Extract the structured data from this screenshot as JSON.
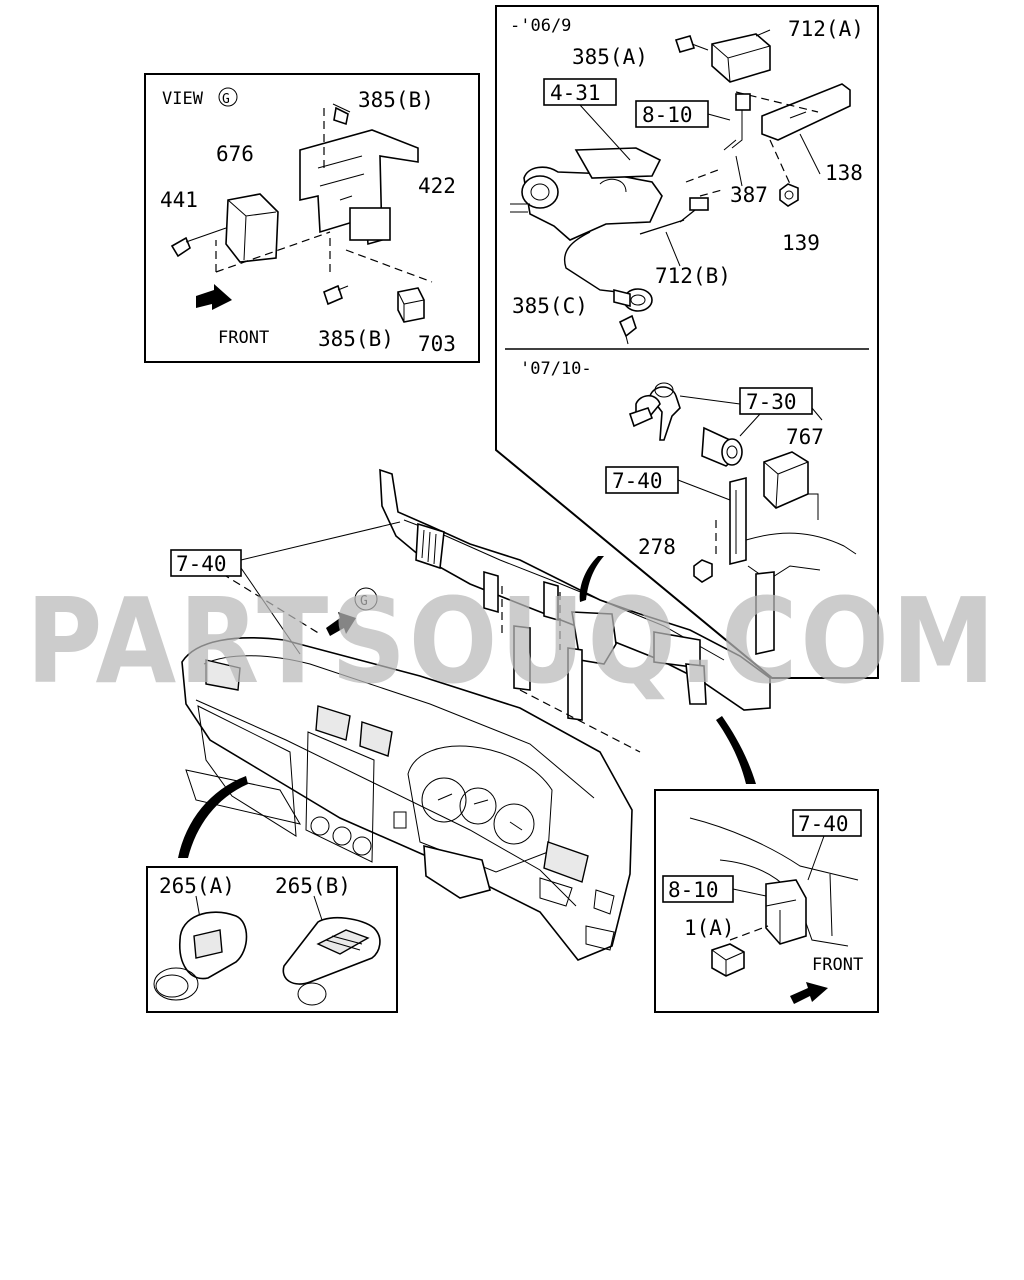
{
  "watermark": "PARTSOUQ.COM",
  "view_panel": {
    "title": "VIEW",
    "view_letter": "G",
    "front_label": "FRONT",
    "parts": {
      "p385b_top": "385(B)",
      "p676": "676",
      "p441": "441",
      "p422": "422",
      "p385b_bottom": "385(B)",
      "p703": "703"
    }
  },
  "upper_right_panel": {
    "range_top": "-'06/9",
    "range_bottom": "'07/10-",
    "refs": {
      "r431": "4-31",
      "r810": "8-10",
      "r730": "7-30",
      "r740": "7-40"
    },
    "parts": {
      "p712a": "712(A)",
      "p385a": "385(A)",
      "p138": "138",
      "p387": "387",
      "p139": "139",
      "p712b": "712(B)",
      "p385c": "385(C)",
      "p767": "767",
      "p278": "278"
    }
  },
  "main": {
    "ref_740": "7-40",
    "view_marker": "G"
  },
  "remote_panel": {
    "parts": {
      "p265a": "265(A)",
      "p265b": "265(B)"
    }
  },
  "lower_right_panel": {
    "refs": {
      "r740": "7-40",
      "r810": "8-10"
    },
    "parts": {
      "p1a": "1(A)"
    },
    "front_label": "FRONT"
  }
}
